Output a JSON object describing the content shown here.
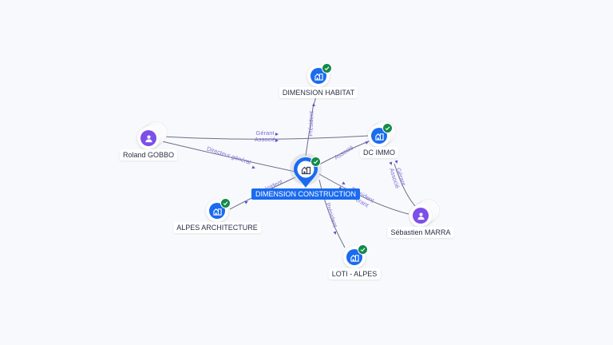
{
  "graph": {
    "colors": {
      "company": "#1a6bef",
      "person": "#7d4fe8",
      "verified": "#138a4a",
      "edge": "#6b6f8a",
      "edge_label": "#7b73d6",
      "background": "#f8f9fc"
    },
    "center": {
      "id": "dimension-construction",
      "label": "DIMENSION CONSTRUCTION",
      "type": "company",
      "icon": "building-icon",
      "verified": true
    },
    "nodes": [
      {
        "id": "dimension-habitat",
        "label": "DIMENSION HABITAT",
        "type": "company",
        "icon": "building-icon",
        "verified": true
      },
      {
        "id": "roland-gobbo",
        "label": "Roland GOBBO",
        "type": "person",
        "icon": "person-icon",
        "verified": false
      },
      {
        "id": "dc-immo",
        "label": "DC IMMO",
        "type": "company",
        "icon": "building-icon",
        "verified": true
      },
      {
        "id": "alpes-architecture",
        "label": "ALPES ARCHITECTURE",
        "type": "company",
        "icon": "building-icon",
        "verified": true
      },
      {
        "id": "sebastien-marra",
        "label": "Sébastien MARRA",
        "type": "person",
        "icon": "person-icon",
        "verified": false
      },
      {
        "id": "loti-alpes",
        "label": "LOTI - ALPES",
        "type": "company",
        "icon": "building-icon",
        "verified": true
      }
    ],
    "edges": [
      {
        "from": "dimension-habitat",
        "to": "dimension-construction",
        "labels": [
          "Président"
        ]
      },
      {
        "from": "roland-gobbo",
        "to": "dc-immo",
        "labels": [
          "Gérant",
          "Associé"
        ]
      },
      {
        "from": "roland-gobbo",
        "to": "dimension-construction",
        "labels": [
          "Directeur général"
        ]
      },
      {
        "from": "dimension-construction",
        "to": "dc-immo",
        "labels": [
          "Associé"
        ]
      },
      {
        "from": "alpes-architecture",
        "to": "dimension-construction",
        "labels": [
          "Président"
        ]
      },
      {
        "from": "sebastien-marra",
        "to": "dimension-construction",
        "labels": [
          "Président",
          "Gérant"
        ]
      },
      {
        "from": "sebastien-marra",
        "to": "dc-immo",
        "labels": [
          "Gérant",
          "Associé"
        ]
      },
      {
        "from": "dimension-construction",
        "to": "loti-alpes",
        "labels": [
          "Président"
        ]
      }
    ]
  }
}
